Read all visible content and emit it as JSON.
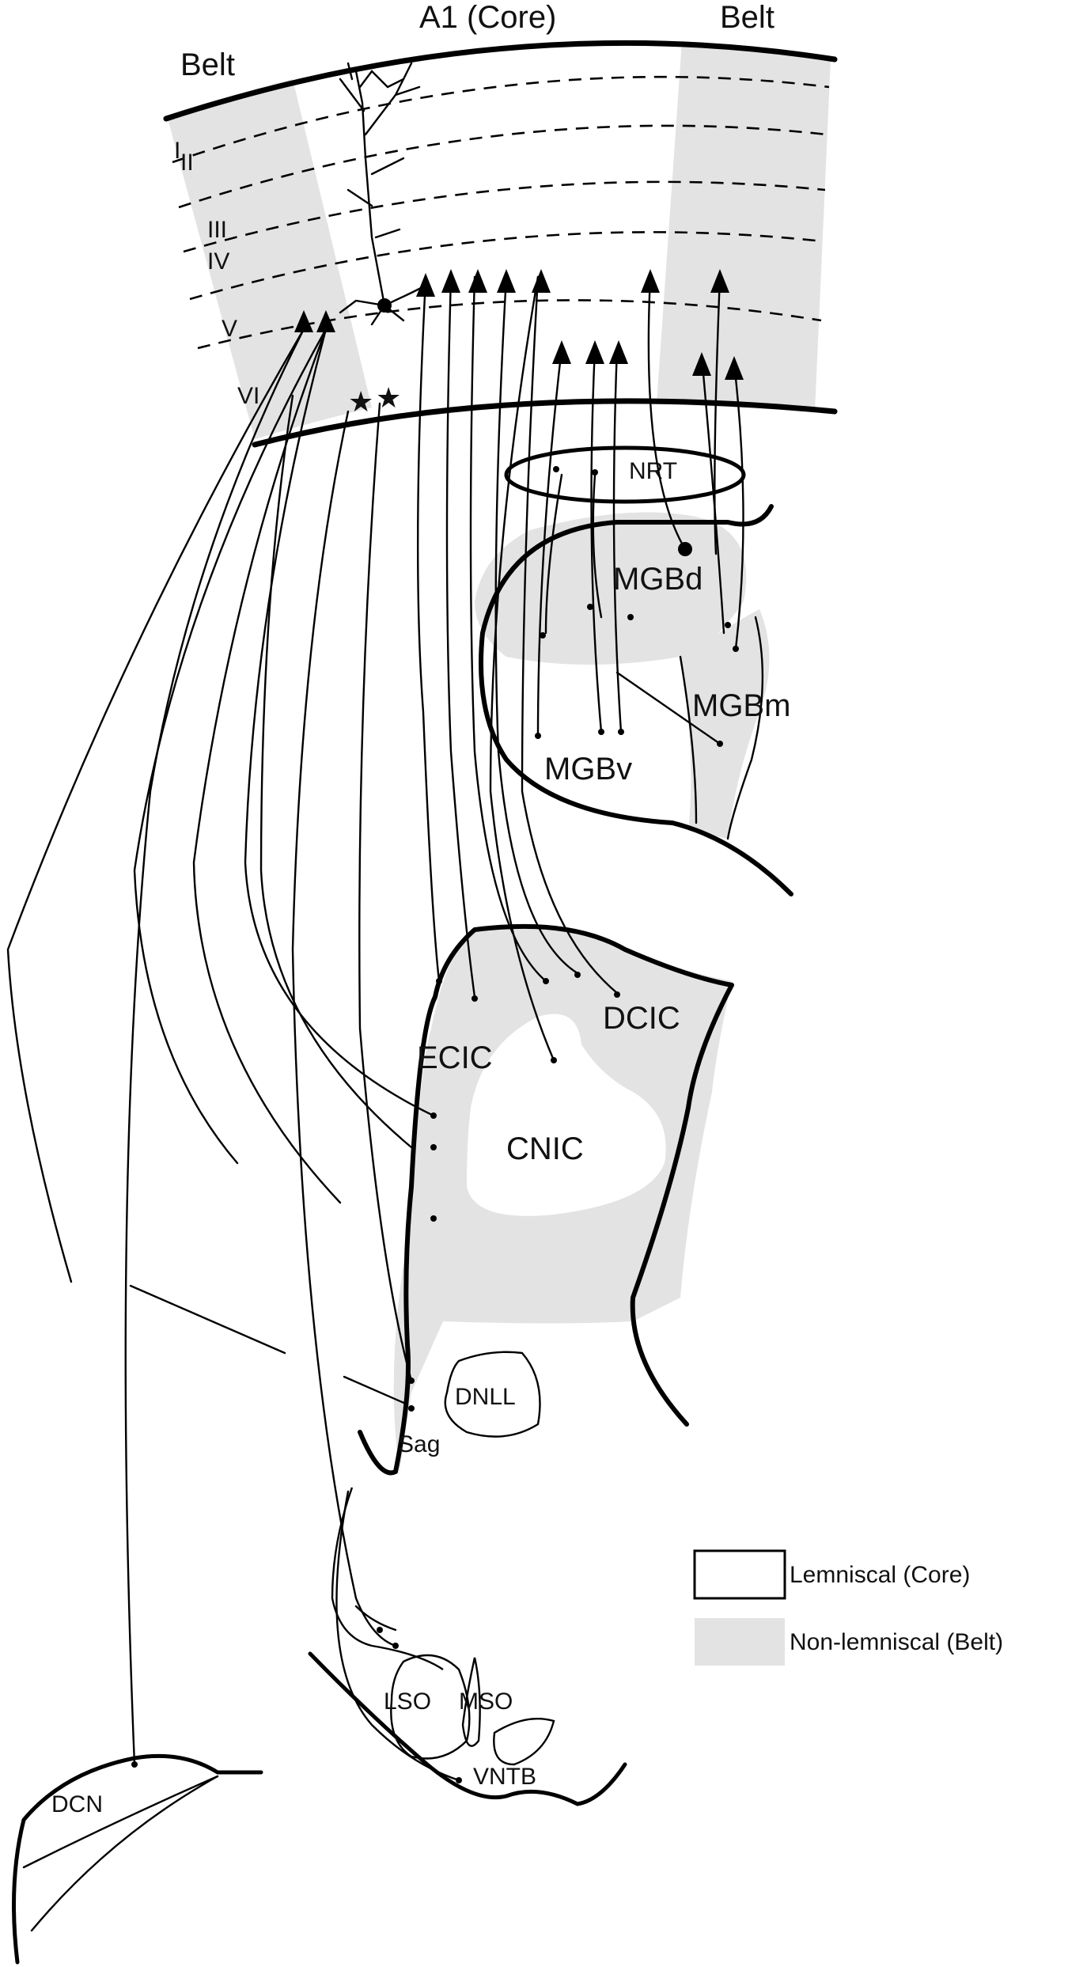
{
  "header": {
    "core_label": "A1 (Core)",
    "belt_left_label": "Belt",
    "belt_right_label": "Belt"
  },
  "cortical_layers": [
    "I",
    "II",
    "III",
    "IV",
    "V",
    "VI"
  ],
  "regions": {
    "nrt": "NRT",
    "mgbd": "MGBd",
    "mgbm": "MGBm",
    "mgbv": "MGBv",
    "dcic": "DCIC",
    "ecic": "ECIC",
    "cnic": "CNIC",
    "dnll": "DNLL",
    "sag": "Sag",
    "lso": "LSO",
    "mso": "MSO",
    "vntb": "VNTB",
    "dcn": "DCN"
  },
  "legend": {
    "items": [
      {
        "label": "Lemniscal (Core)",
        "swatch": "#ffffff",
        "outlined": true
      },
      {
        "label": "Non-lemniscal (Belt)",
        "swatch": "#e3e3e3",
        "outlined": false
      }
    ]
  },
  "colors": {
    "belt_fill": "#e3e3e3",
    "line": "#000000",
    "background": "#ffffff"
  }
}
